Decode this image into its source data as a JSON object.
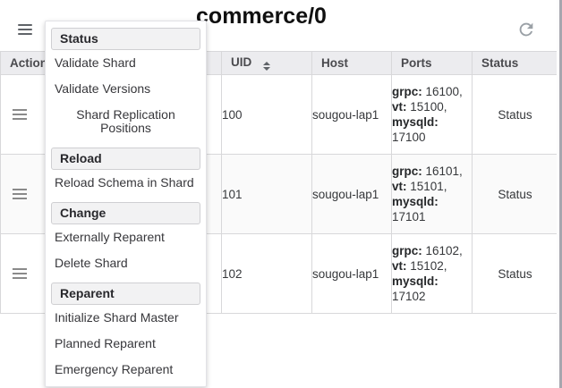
{
  "page": {
    "title": "commerce/0"
  },
  "menu": {
    "sections": [
      {
        "header": "Status",
        "items": [
          "Validate Shard",
          "Validate Versions",
          "Shard Replication Positions"
        ]
      },
      {
        "header": "Reload",
        "items": [
          "Reload Schema in Shard"
        ]
      },
      {
        "header": "Change",
        "items": [
          "Externally Reparent",
          "Delete Shard"
        ]
      },
      {
        "header": "Reparent",
        "items": [
          "Initialize Shard Master",
          "Planned Reparent",
          "Emergency Reparent"
        ]
      }
    ]
  },
  "table": {
    "columns": [
      "Action",
      "UID",
      "Host",
      "Ports",
      "Status"
    ],
    "ports_labels": {
      "grpc": "grpc:",
      "vt": "vt:",
      "mysqld": "mysqld:"
    },
    "rows": [
      {
        "uid": "100",
        "host": "sougou-lap1",
        "ports": {
          "grpc": "16100,",
          "vt": "15100,",
          "mysqld": "17100"
        },
        "status": "Status"
      },
      {
        "uid": "101",
        "host": "sougou-lap1",
        "ports": {
          "grpc": "16101,",
          "vt": "15101,",
          "mysqld": "17101"
        },
        "status": "Status"
      },
      {
        "uid": "102",
        "host": "sougou-lap1",
        "ports": {
          "grpc": "16102,",
          "vt": "15102,",
          "mysqld": "17102"
        },
        "status": "Status"
      }
    ]
  },
  "icons": {
    "top_left": "hamburger-menu-icon",
    "top_right": "refresh-icon",
    "row_action": "hamburger-menu-icon",
    "uid_sort": "sort-arrows-icon"
  },
  "colors": {
    "table_header_bg": "#ececef",
    "row_alt_bg": "#fafafa",
    "table_border": "#d8d8da",
    "menu_section_bg": "#f2f2f3",
    "menu_section_border": "#cfcfd2",
    "icon_gray": "#9aa0a6",
    "text_dark": "#36383b"
  }
}
